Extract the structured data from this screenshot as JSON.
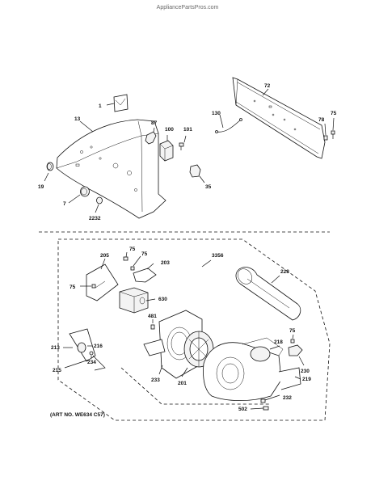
{
  "watermark": "AppliancePartsPros.com",
  "art_number": "(ART NO. WE634 C57)",
  "callouts": {
    "c1": "1",
    "c13": "13",
    "c19": "19",
    "c7": "7",
    "c2232": "2232",
    "c87": "87",
    "c100": "100",
    "c101": "101",
    "c35": "35",
    "c72": "72",
    "c130": "130",
    "c78": "78",
    "c75a": "75",
    "c205": "205",
    "c75b": "75",
    "c75c": "75",
    "c203": "203",
    "c75d": "75",
    "c630": "630",
    "c3366": "3356",
    "c228": "228",
    "c481": "481",
    "c213": "213",
    "c216": "216",
    "c234": "234",
    "c215": "215",
    "c233": "233",
    "c201": "201",
    "c218": "218",
    "c75e": "75",
    "c230": "230",
    "c219": "219",
    "c232": "232",
    "c502": "502"
  }
}
